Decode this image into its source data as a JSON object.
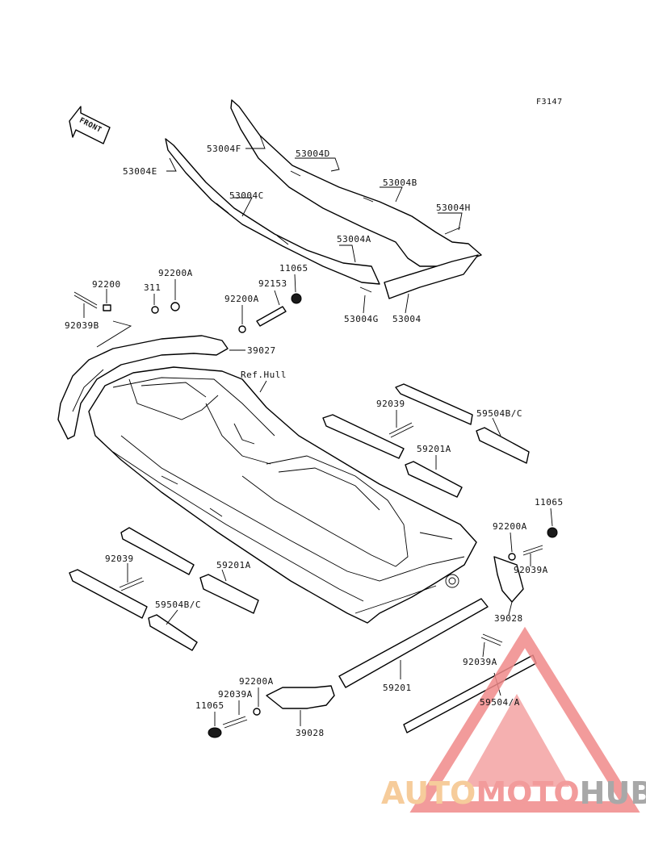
{
  "figure_code": "F3147",
  "front_label": "FRONT",
  "ref_hull_label": "Ref.Hull",
  "watermark": {
    "part1": "AUTO",
    "part2": "MOTO",
    "part3": "HUB",
    "color1": "#f5c48a",
    "color2": "#f08a8a",
    "color3": "#9a9a9a"
  },
  "callouts": {
    "p53004F": "53004F",
    "p53004D": "53004D",
    "p53004E": "53004E",
    "p53004C": "53004C",
    "p53004B": "53004B",
    "p53004H": "53004H",
    "p53004A": "53004A",
    "p53004G": "53004G",
    "p53004": "53004",
    "p92200A_top": "92200A",
    "p92200_top": "92200",
    "p311": "311",
    "p92039B": "92039B",
    "p11065_top": "11065",
    "p92153": "92153",
    "p92200A_mid": "92200A",
    "p39027": "39027",
    "p92039_right": "92039",
    "p59504BC_right": "59504B/C",
    "p59201A_right": "59201A",
    "p11065_right": "11065",
    "p92200A_right": "92200A",
    "p92039A_right": "92039A",
    "p39028_right": "39028",
    "p92039_left": "92039",
    "p59201A_left": "59201A",
    "p59504BC_left": "59504B/C",
    "p92039A_bottom": "92039A",
    "p59201": "59201",
    "p59504A": "59504/A",
    "p92200A_bottom": "92200A",
    "p92039A_left": "92039A",
    "p11065_bottom": "11065",
    "p39028_bottom": "39028"
  }
}
